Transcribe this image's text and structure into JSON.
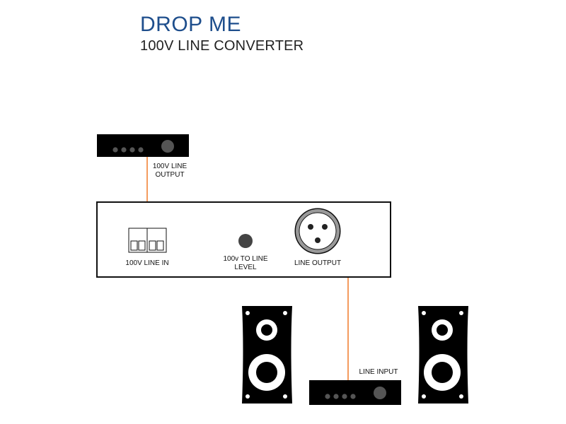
{
  "header": {
    "title": "DROP ME",
    "subtitle": "100V LINE CONVERTER"
  },
  "amplifier": {
    "label_line1": "100V LINE",
    "label_line2": "OUTPUT"
  },
  "converter": {
    "input_label": "100V LINE IN",
    "level_label_line1": "100v TO LINE",
    "level_label_line2": "LEVEL",
    "output_label": "LINE OUTPUT"
  },
  "receiver": {
    "label": "LINE INPUT"
  },
  "colors": {
    "title": "#1e4e8c",
    "cable": "#f07a28",
    "device_body": "#000000",
    "knob": "#555555",
    "xlr_ring": "#999999"
  }
}
